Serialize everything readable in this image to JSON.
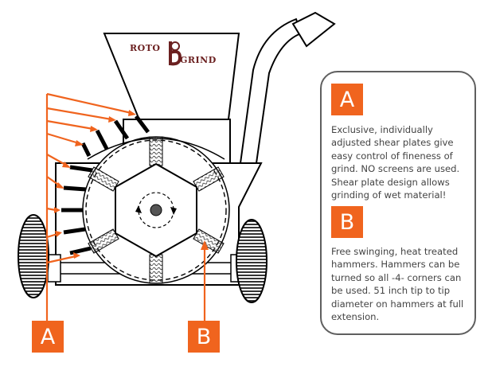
{
  "logo": {
    "top": "ROTO",
    "bottom": "GRIND"
  },
  "panel": {
    "a_label": "A",
    "a_text": "Exclusive, individually adjusted shear plates give easy control of fineness of grind. NO screens are used. Shear plate design allows grinding of wet material!",
    "b_label": "B",
    "b_text": "Free swinging, heat treated hammers. Hammers can be turned so all -4- corners can be used. 51 inch tip to tip diameter on hammers at full extension."
  },
  "callouts": {
    "a": "A",
    "b": "B"
  },
  "colors": {
    "accent": "#f0641e",
    "logo": "#6b2020",
    "outline": "#000000",
    "panel_border": "#5f5f5f"
  }
}
